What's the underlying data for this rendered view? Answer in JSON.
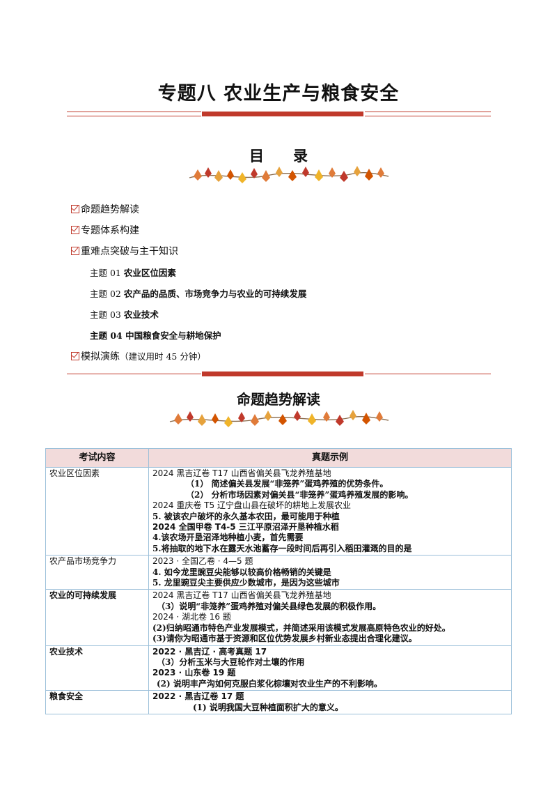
{
  "title": "专题八  农业生产与粮食安全",
  "toc": {
    "heading": "目录",
    "items": [
      {
        "label": "命题趋势解读"
      },
      {
        "label": "专题体系构建"
      },
      {
        "label": "重难点突破与主干知识"
      }
    ],
    "subitems": [
      {
        "prefix": "主题 01 ",
        "label": "农业区位因素"
      },
      {
        "prefix": "主题 02 ",
        "label": "农产品的品质、市场竞争力与农业的可持续发展"
      },
      {
        "prefix": "主题 03 ",
        "label": "农业技术"
      },
      {
        "prefix": "主题 04 ",
        "label": "中国粮食安全与耕地保护"
      }
    ],
    "last_item": {
      "label": "模拟演练",
      "note": "（建议用时 45 分钟）"
    }
  },
  "section": {
    "title": "命题趋势解读"
  },
  "table": {
    "headers": [
      "考试内容",
      "真题示例"
    ],
    "rows": [
      {
        "topic": "农业区位因素",
        "lines": [
          "2024 黑吉辽卷 T17  山西省偏关县飞龙养殖基地",
          "（1）  简述偏关县发展“非笼养”蛋鸡养殖的优势条件。",
          "（2）  分析市场因素对偏关县“非笼养”蛋鸡养殖发展的影响。",
          "2024 重庆卷 T5  辽宁盘山县在破坏的耕地上发展农业",
          "5. 被该农户破坏的永久基本农田，最可能用于种植",
          "2024 全国甲卷 T4-5  三江平原沼泽开垦种植水稻",
          "4.该农场开垦沼泽地种植小麦，首先需要",
          "5.将抽取的地下水在露天水池蓄存一段时间后再引入稻田灌溉的目的是"
        ]
      },
      {
        "topic": "农产品市场竞争力",
        "lines": [
          "2023 · 全国乙卷 · 4—5 题",
          "4. 如今龙里豌豆尖能够以较高价格畅销的关键是",
          "5. 龙里豌豆尖主要供应少数城市，是因为这些城市"
        ]
      },
      {
        "topic": "农业的可持续发展",
        "lines": [
          "2024 黑吉辽卷 T17  山西省偏关县飞龙养殖基地",
          "（3）说明“非笼养”蛋鸡养殖对偏关县绿色发展的积极作用。",
          "2024 · 湖北卷 16 题",
          "(2)归纳昭通市特色产业发展模式，并简述采用该模式发展高原特色农业的好处。",
          "(3)请你为昭通市基于资源和区位优势发展乡村新业态提出合理化建议。"
        ]
      },
      {
        "topic": "农业技术",
        "lines": [
          "2022 · 黑吉辽 · 高考真题 17",
          "（3）分析玉米与大豆轮作对土壤的作用",
          "2023 · 山东卷 19 题",
          "(2) 说明丰产沟如何克服白浆化棕壤对农业生产的不利影响。"
        ]
      },
      {
        "topic": "粮食安全",
        "lines": [
          "2022 · 黑吉辽卷 17 题",
          "(1) 说明我国大豆种植面积扩大的意义。"
        ]
      }
    ]
  },
  "colors": {
    "accent": "#c0392b",
    "header_bg": "#f2dbdb",
    "table_border": "#9bbfd9"
  }
}
